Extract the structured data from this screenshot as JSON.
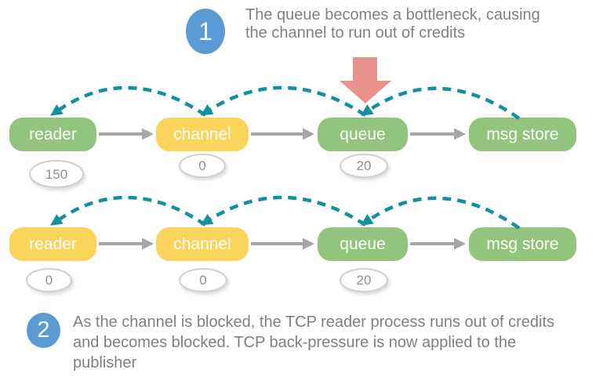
{
  "colors": {
    "node_green": "#93C47D",
    "node_yellow": "#FBD45C",
    "credit_arc_teal": "#12909E",
    "flow_arrow_grey": "#A6A6A6",
    "badge_blue": "#5B9BD5",
    "bottleneck_arrow_salmon": "#E8928B",
    "annotation_text_grey": "#808080"
  },
  "steps": {
    "step1": {
      "number": "1",
      "lines": [
        "The queue becomes a bottleneck, causing",
        "the channel to run out of credits"
      ]
    },
    "step2": {
      "number": "2",
      "lines": [
        "As the channel is blocked, the TCP reader process runs out of credits",
        "and becomes blocked. TCP back-pressure is now applied to the",
        "publisher"
      ]
    }
  },
  "rows": [
    {
      "name": "stage-1",
      "nodes": [
        {
          "label": "reader",
          "state": "green",
          "credits": "150"
        },
        {
          "label": "channel",
          "state": "yellow",
          "credits": "0"
        },
        {
          "label": "queue",
          "state": "green",
          "credits": "20"
        },
        {
          "label": "msg store",
          "state": "green"
        }
      ]
    },
    {
      "name": "stage-2",
      "nodes": [
        {
          "label": "reader",
          "state": "yellow",
          "credits": "0"
        },
        {
          "label": "channel",
          "state": "yellow",
          "credits": "0"
        },
        {
          "label": "queue",
          "state": "green",
          "credits": "20"
        },
        {
          "label": "msg store",
          "state": "green"
        }
      ]
    }
  ]
}
